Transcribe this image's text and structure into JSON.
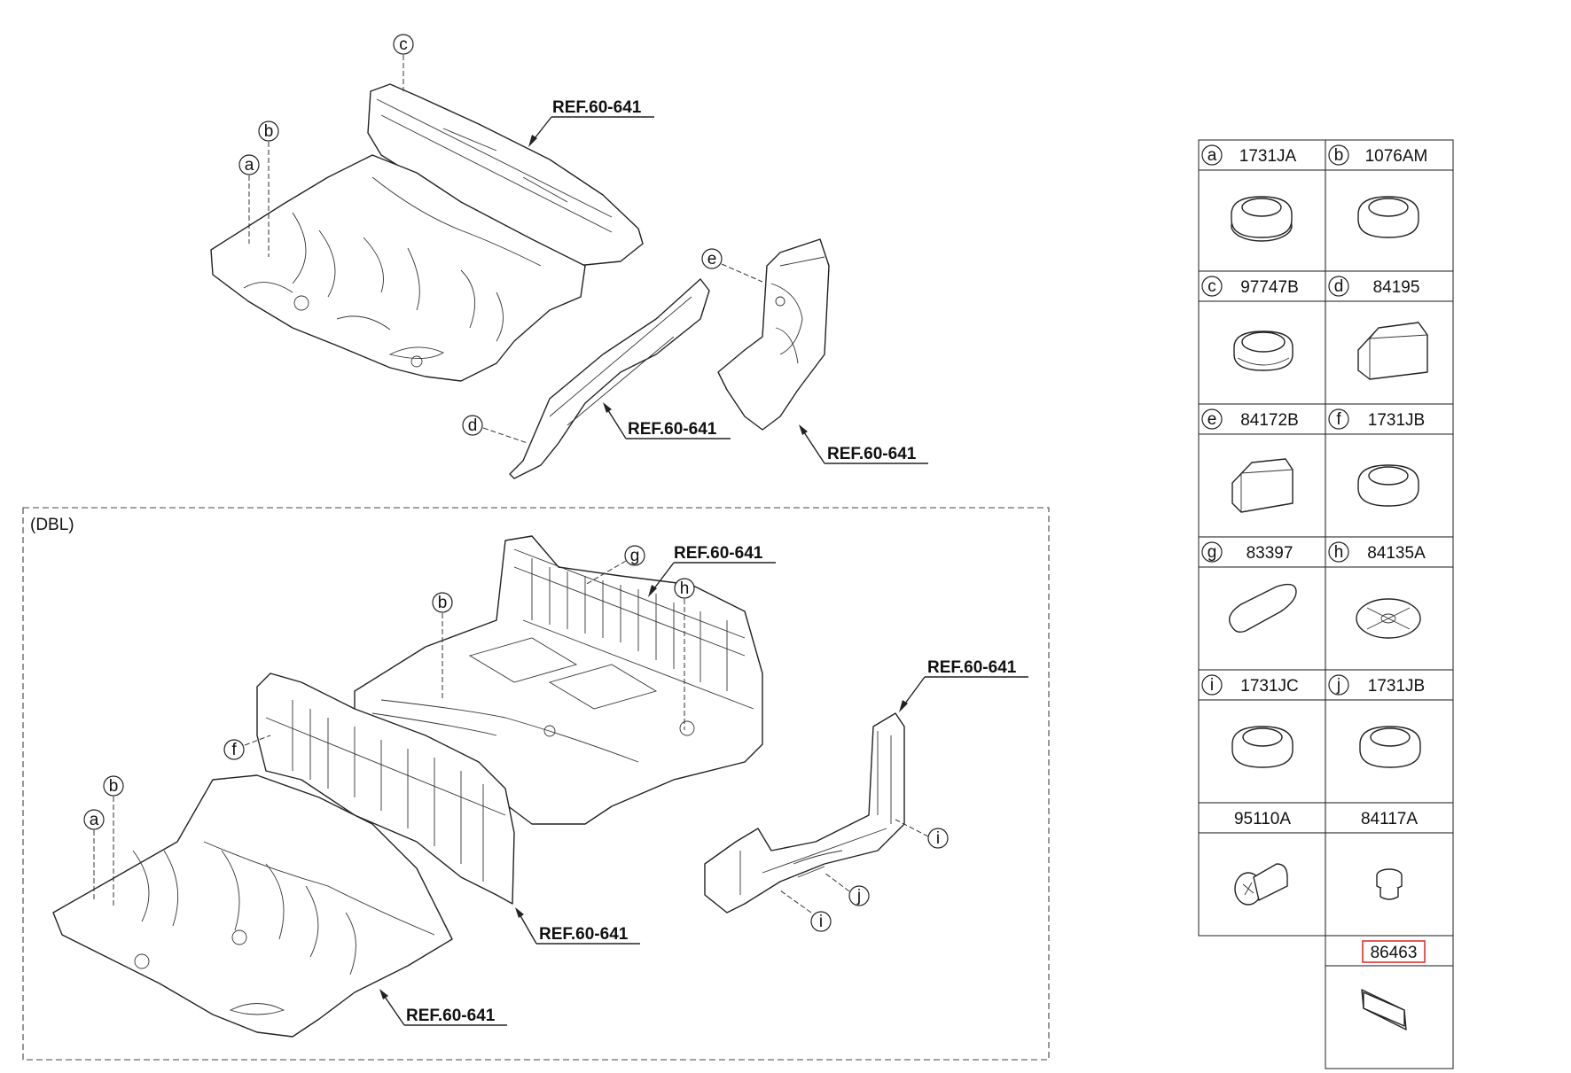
{
  "ref_label": "REF.60-641",
  "dbl_label": "(DBL)",
  "bubble_letters": [
    "a",
    "b",
    "c",
    "d",
    "e",
    "f",
    "g",
    "h",
    "i",
    "j"
  ],
  "parts_table": [
    {
      "letter": "a",
      "code": "1731JA",
      "icon": "round-grommet"
    },
    {
      "letter": "b",
      "code": "1076AM",
      "icon": "round-grommet"
    },
    {
      "letter": "c",
      "code": "97747B",
      "icon": "stepped-grommet"
    },
    {
      "letter": "d",
      "code": "84195",
      "icon": "foam-pad"
    },
    {
      "letter": "e",
      "code": "84172B",
      "icon": "foam-pad"
    },
    {
      "letter": "f",
      "code": "1731JB",
      "icon": "round-grommet"
    },
    {
      "letter": "g",
      "code": "83397",
      "icon": "oval-plug"
    },
    {
      "letter": "h",
      "code": "84135A",
      "icon": "cross-plug"
    },
    {
      "letter": "i",
      "code": "1731JC",
      "icon": "round-grommet"
    },
    {
      "letter": "j",
      "code": "1731JB",
      "icon": "round-grommet"
    },
    {
      "letter": "",
      "code": "95110A",
      "icon": "push-clip"
    },
    {
      "letter": "",
      "code": "84117A",
      "icon": "stud-clip"
    }
  ],
  "highlighted_part": {
    "code": "86463",
    "icon": "square-pad",
    "highlight_color": "#e0322b"
  }
}
